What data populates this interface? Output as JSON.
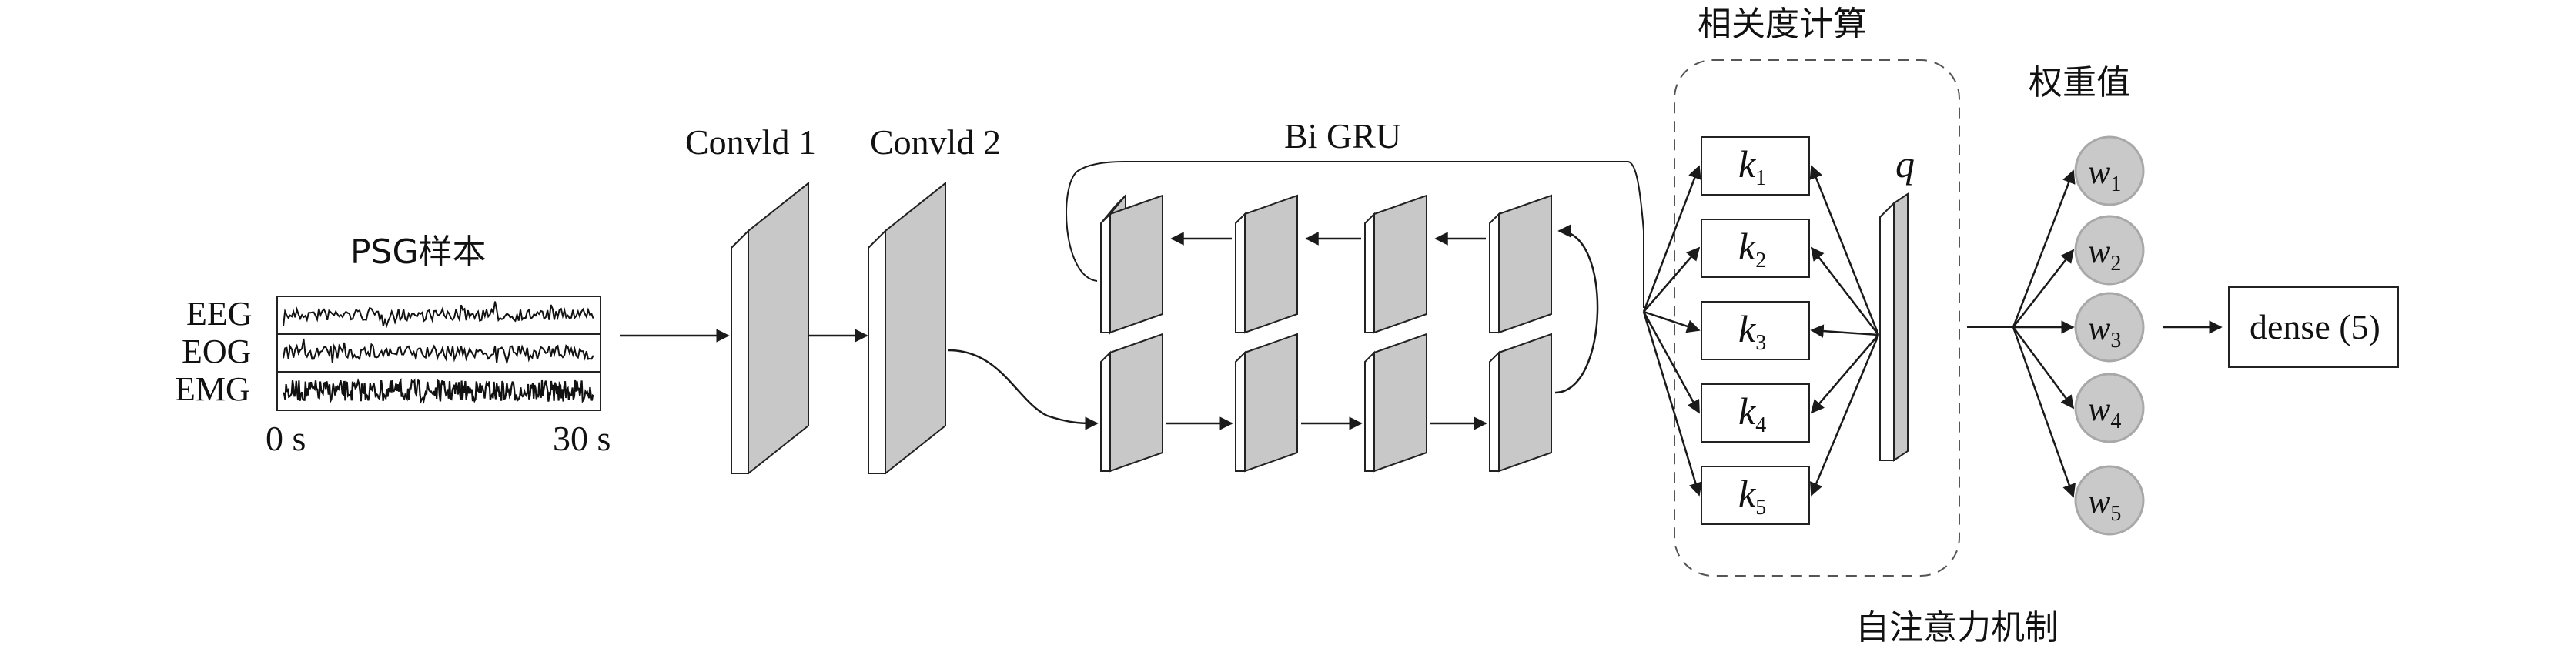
{
  "title_psg": "PSG样本",
  "signals": [
    "EEG",
    "EOG",
    "EMG"
  ],
  "time_start": "0 s",
  "time_end": "30 s",
  "conv1_label": "Convld 1",
  "conv2_label": "Convld 2",
  "bigru_label": "Bi GRU",
  "corr_label": "相关度计算",
  "attention_label": "自注意力机制",
  "weights_label": "权重值",
  "keys": [
    {
      "name": "k",
      "sub": "1"
    },
    {
      "name": "k",
      "sub": "2"
    },
    {
      "name": "k",
      "sub": "3"
    },
    {
      "name": "k",
      "sub": "4"
    },
    {
      "name": "k",
      "sub": "5"
    }
  ],
  "query": "q",
  "weights": [
    {
      "name": "w",
      "sub": "1"
    },
    {
      "name": "w",
      "sub": "2"
    },
    {
      "name": "w",
      "sub": "3"
    },
    {
      "name": "w",
      "sub": "4"
    },
    {
      "name": "w",
      "sub": "5"
    }
  ],
  "dense_label": "dense (5)",
  "colors": {
    "block_face": "#c8c8c8",
    "block_side": "#ffffff",
    "node_fill": "#c9c9c9",
    "node_stroke": "#a8a8a8",
    "line": "#1a1a1a"
  }
}
